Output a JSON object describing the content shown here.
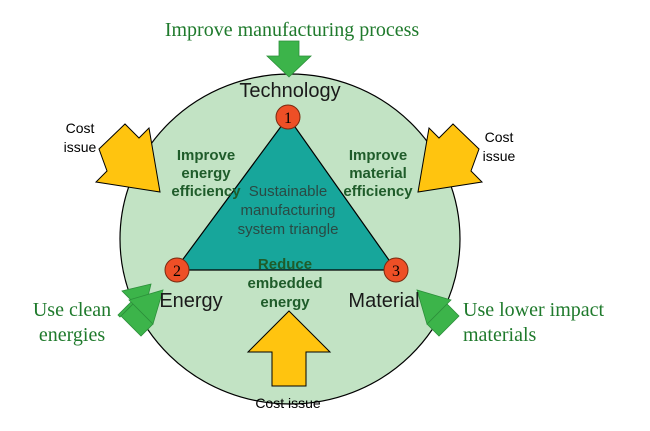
{
  "top_label": "Improve manufacturing process",
  "vertices": {
    "technology": {
      "label": "Technology",
      "number": "1"
    },
    "energy": {
      "label": "Energy",
      "number": "2"
    },
    "material": {
      "label": "Material",
      "number": "3"
    }
  },
  "center_label": [
    "Sustainable",
    "manufacturing",
    "system triangle"
  ],
  "edge_labels": {
    "left": [
      "Improve",
      "energy",
      "efficiency"
    ],
    "right": [
      "Improve",
      "material",
      "efficiency"
    ],
    "bottom": [
      "Reduce",
      "embedded",
      "energy"
    ]
  },
  "cost_labels": {
    "left": [
      "Cost",
      "issue"
    ],
    "right": [
      "Cost",
      "issue"
    ],
    "bottom": "Cost issue"
  },
  "side_labels": {
    "left": [
      "Use clean",
      "energies"
    ],
    "right": [
      "Use lower impact",
      "materials"
    ]
  },
  "colors": {
    "circle_fill": "#c2e3c4",
    "triangle_fill": "#17a69b",
    "node_fill": "#ee4f26",
    "green_arrow": "#3cb44a",
    "yellow_arrow": "#ffc40f",
    "dark_green_text": "#1f5c2a"
  }
}
